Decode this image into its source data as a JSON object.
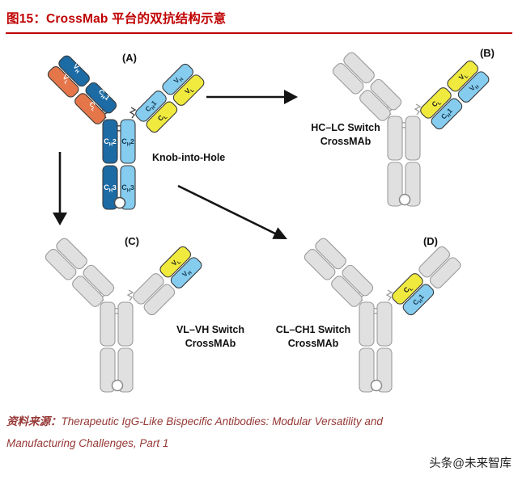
{
  "header": {
    "title": "图15：CrossMab 平台的双抗结构示意",
    "accent_color": "#C00000"
  },
  "palette": {
    "dark_blue": "#1C6BA5",
    "light_blue": "#85CCEF",
    "yellow": "#F0EA3E",
    "orange": "#E4764A",
    "gray": "#E0E0E0",
    "outline_colored": "#3A3A3A",
    "outline_gray": "#9B9B9B",
    "arrow_black": "#141414",
    "title_red": "#C00000",
    "source_red": "#953735"
  },
  "diagram": {
    "knob_label": "Knob-into-Hole",
    "variants": [
      {
        "id": "B",
        "line1": "HC–LC Switch",
        "line2": "CrossMAb"
      },
      {
        "id": "C",
        "line1": "VL–VH Switch",
        "line2": "CrossMAb"
      },
      {
        "id": "D",
        "line1": "CL–CH1 Switch",
        "line2": "CrossMAb"
      }
    ],
    "arrows": [
      {
        "from": "(A)",
        "to": "(B)"
      },
      {
        "from": "(A)",
        "to": "(C)"
      },
      {
        "from": "(A)",
        "to": "(D)"
      }
    ],
    "antibodies": [
      {
        "id": "A",
        "tag": "(A)",
        "stem": {
          "left": {
            "color": "dark_blue",
            "text": "white",
            "labels": [
              {
                "b": "C",
                "s": "H",
                "r": "2"
              },
              {
                "b": "C",
                "s": "H",
                "r": "3"
              }
            ]
          },
          "right": {
            "color": "light_blue",
            "text": "dark",
            "labels": [
              {
                "b": "C",
                "s": "H",
                "r": "2"
              },
              {
                "b": "C",
                "s": "H",
                "r": "3"
              }
            ]
          }
        },
        "left_arm": {
          "inner": {
            "c": {
              "color": "dark_blue",
              "text": "white",
              "label": {
                "b": "C",
                "s": "H",
                "r": "1"
              }
            },
            "v": {
              "color": "dark_blue",
              "text": "white",
              "label": {
                "b": "V",
                "s": "H"
              }
            }
          },
          "outer": {
            "c": {
              "color": "orange",
              "text": "white",
              "label": {
                "b": "C",
                "s": "L"
              }
            },
            "v": {
              "color": "orange",
              "text": "white",
              "label": {
                "b": "V",
                "s": "L"
              }
            }
          }
        },
        "right_arm": {
          "inner": {
            "c": {
              "color": "light_blue",
              "text": "dark",
              "label": {
                "b": "C",
                "s": "H",
                "r": "1"
              }
            },
            "v": {
              "color": "light_blue",
              "text": "dark",
              "label": {
                "b": "V",
                "s": "H"
              }
            }
          },
          "outer": {
            "c": {
              "color": "yellow",
              "text": "black",
              "label": {
                "b": "C",
                "s": "L"
              }
            },
            "v": {
              "color": "yellow",
              "text": "black",
              "label": {
                "b": "V",
                "s": "L"
              }
            }
          }
        },
        "knob_hole": true
      },
      {
        "id": "B",
        "tag": "(B)",
        "stem": {
          "left": {
            "color": "gray"
          },
          "right": {
            "color": "gray"
          }
        },
        "left_arm": {
          "inner": {
            "c": {
              "color": "gray"
            },
            "v": {
              "color": "gray"
            }
          },
          "outer": {
            "c": {
              "color": "gray"
            },
            "v": {
              "color": "gray"
            }
          }
        },
        "right_arm": {
          "inner": {
            "c": {
              "color": "yellow",
              "text": "black",
              "label": {
                "b": "C",
                "s": "L"
              }
            },
            "v": {
              "color": "yellow",
              "text": "black",
              "label": {
                "b": "V",
                "s": "L"
              }
            }
          },
          "outer": {
            "c": {
              "color": "light_blue",
              "text": "dark",
              "label": {
                "b": "C",
                "s": "H",
                "r": "1"
              }
            },
            "v": {
              "color": "light_blue",
              "text": "dark",
              "label": {
                "b": "V",
                "s": "H"
              }
            }
          }
        },
        "knob_hole": true
      },
      {
        "id": "C",
        "tag": "(C)",
        "stem": {
          "left": {
            "color": "gray"
          },
          "right": {
            "color": "gray"
          }
        },
        "left_arm": {
          "inner": {
            "c": {
              "color": "gray"
            },
            "v": {
              "color": "gray"
            }
          },
          "outer": {
            "c": {
              "color": "gray"
            },
            "v": {
              "color": "gray"
            }
          }
        },
        "right_arm": {
          "inner": {
            "c": {
              "color": "gray"
            },
            "v": {
              "color": "yellow",
              "text": "black",
              "label": {
                "b": "V",
                "s": "L"
              }
            }
          },
          "outer": {
            "c": {
              "color": "gray"
            },
            "v": {
              "color": "light_blue",
              "text": "dark",
              "label": {
                "b": "V",
                "s": "H"
              }
            }
          }
        },
        "knob_hole": true
      },
      {
        "id": "D",
        "tag": "(D)",
        "stem": {
          "left": {
            "color": "gray"
          },
          "right": {
            "color": "gray"
          }
        },
        "left_arm": {
          "inner": {
            "c": {
              "color": "gray"
            },
            "v": {
              "color": "gray"
            }
          },
          "outer": {
            "c": {
              "color": "gray"
            },
            "v": {
              "color": "gray"
            }
          }
        },
        "right_arm": {
          "inner": {
            "c": {
              "color": "yellow",
              "text": "black",
              "label": {
                "b": "C",
                "s": "L"
              }
            },
            "v": {
              "color": "gray"
            }
          },
          "outer": {
            "c": {
              "color": "light_blue",
              "text": "dark",
              "label": {
                "b": "C",
                "s": "H",
                "r": "1"
              }
            },
            "v": {
              "color": "gray"
            }
          }
        },
        "knob_hole": true
      }
    ]
  },
  "footer": {
    "source_prefix": "资料来源：",
    "source_line1": "Therapeutic IgG-Like Bispecific Antibodies: Modular Versatility and",
    "source_line2": "Manufacturing Challenges, Part 1",
    "watermark": "头条@未来智库"
  }
}
